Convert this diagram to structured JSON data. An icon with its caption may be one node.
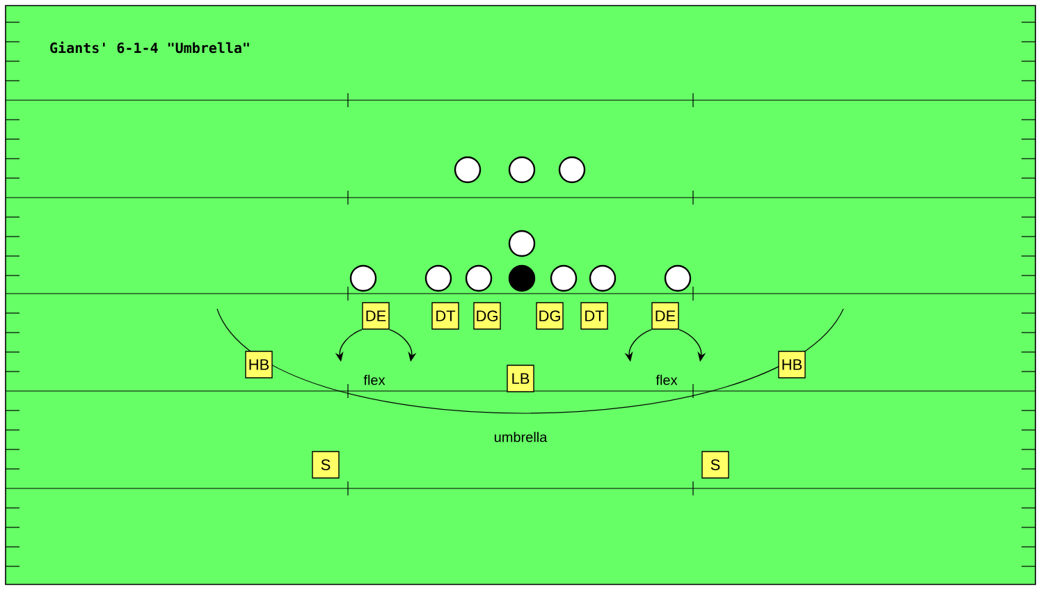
{
  "diagram": {
    "title": "Giants' 6-1-4 \"Umbrella\"",
    "nodes": [
      {
        "text": [],
        "shape": "circle"
      },
      {
        "text": [],
        "shape": "circle"
      },
      {
        "text": [],
        "shape": "circle"
      },
      {
        "text": [],
        "shape": "circle"
      },
      {
        "text": [],
        "shape": "circle"
      },
      {
        "text": [],
        "shape": "circle"
      },
      {
        "text": [],
        "shape": "circle"
      },
      {
        "text": [],
        "shape": "dot"
      },
      {
        "text": [],
        "shape": "circle"
      },
      {
        "text": [],
        "shape": "circle"
      },
      {
        "text": [],
        "shape": "circle"
      },
      {
        "text": [
          "DE"
        ]
      },
      {
        "text": [
          "DT"
        ]
      },
      {
        "text": [
          "DG"
        ]
      },
      {
        "text": [
          "DG"
        ]
      },
      {
        "text": [
          "DT"
        ]
      },
      {
        "text": [
          "DE"
        ]
      },
      {
        "text": [
          "HB"
        ]
      },
      {
        "text": [
          "LB"
        ]
      },
      {
        "text": [
          "HB"
        ]
      },
      {
        "text": [
          "S"
        ]
      },
      {
        "text": [
          "S"
        ]
      }
    ],
    "edges": [
      {
        "from": 11,
        "to": null,
        "arrow": "to"
      },
      {
        "from": 11,
        "to": null,
        "arrow": "to"
      },
      {
        "from": 16,
        "to": null,
        "arrow": "to"
      },
      {
        "from": 16,
        "to": null,
        "arrow": "to"
      }
    ],
    "labels": [
      "flex",
      "flex",
      "umbrella"
    ]
  }
}
